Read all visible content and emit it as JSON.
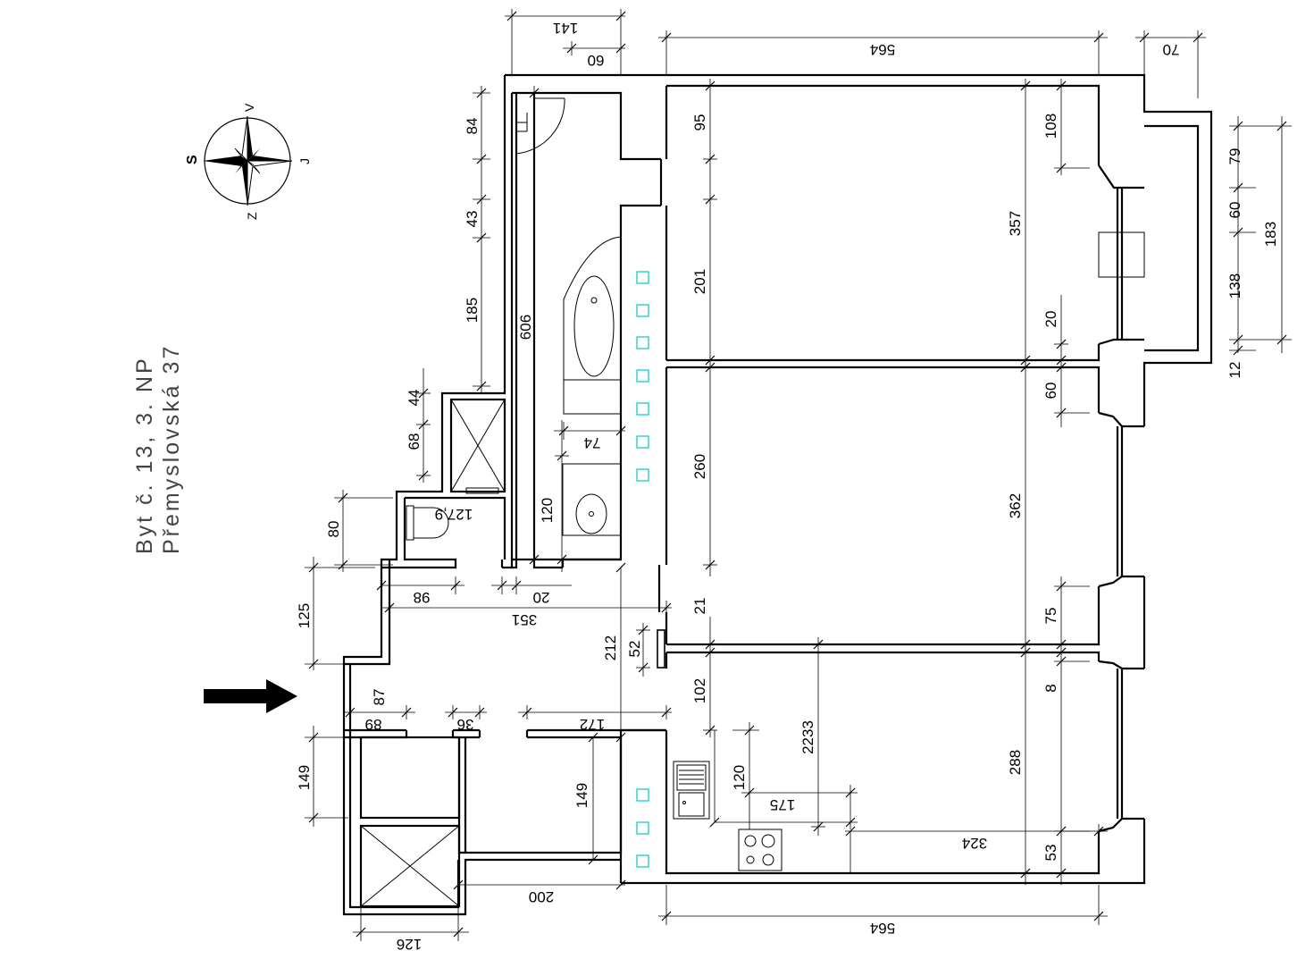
{
  "title": {
    "line1": "Byt č. 13, 3. NP",
    "line2": "Přemyslovská 37"
  },
  "compass": {
    "north_label": "S",
    "east_label": "V",
    "south_label": "J",
    "west_label": "Z"
  },
  "dimensions": {
    "top_141": "141",
    "top_60": "60",
    "top_564": "564",
    "top_70": "70",
    "bottom_564": "564",
    "bottom_200": "200",
    "bottom_126": "126",
    "left_84": "84",
    "left_43": "43",
    "left_185": "185",
    "left_606": "606",
    "left_44": "44",
    "left_68": "68",
    "left_80": "80",
    "left_125": "125",
    "left_149": "149",
    "left_87": "87",
    "left_89": "89",
    "hall_98": "98",
    "hall_20": "20",
    "hall_351": "351",
    "hall_36": "36",
    "hall_172": "172",
    "hall_212": "212",
    "hall_52": "52",
    "wc_127_9": "127,9",
    "bath_74": "74",
    "bath_120": "120",
    "room_95": "95",
    "room_201": "201",
    "room_260": "260",
    "room_21": "21",
    "room_102": "102",
    "room_108": "108",
    "room_357": "357",
    "room_20": "20",
    "room_60": "60",
    "room_362": "362",
    "room_75": "75",
    "room_8": "8",
    "room_288": "288",
    "room_53": "53",
    "kitchen_2233": "2233",
    "kitchen_120": "120",
    "kitchen_175": "175",
    "kitchen_324": "324",
    "storage_149": "149",
    "balcony_79": "79",
    "balcony_60": "60",
    "balcony_138": "138",
    "balcony_12": "12",
    "balcony_183": "183"
  },
  "colors": {
    "wall": "#000000",
    "socket": "#00c8c8",
    "title": "#444444"
  }
}
